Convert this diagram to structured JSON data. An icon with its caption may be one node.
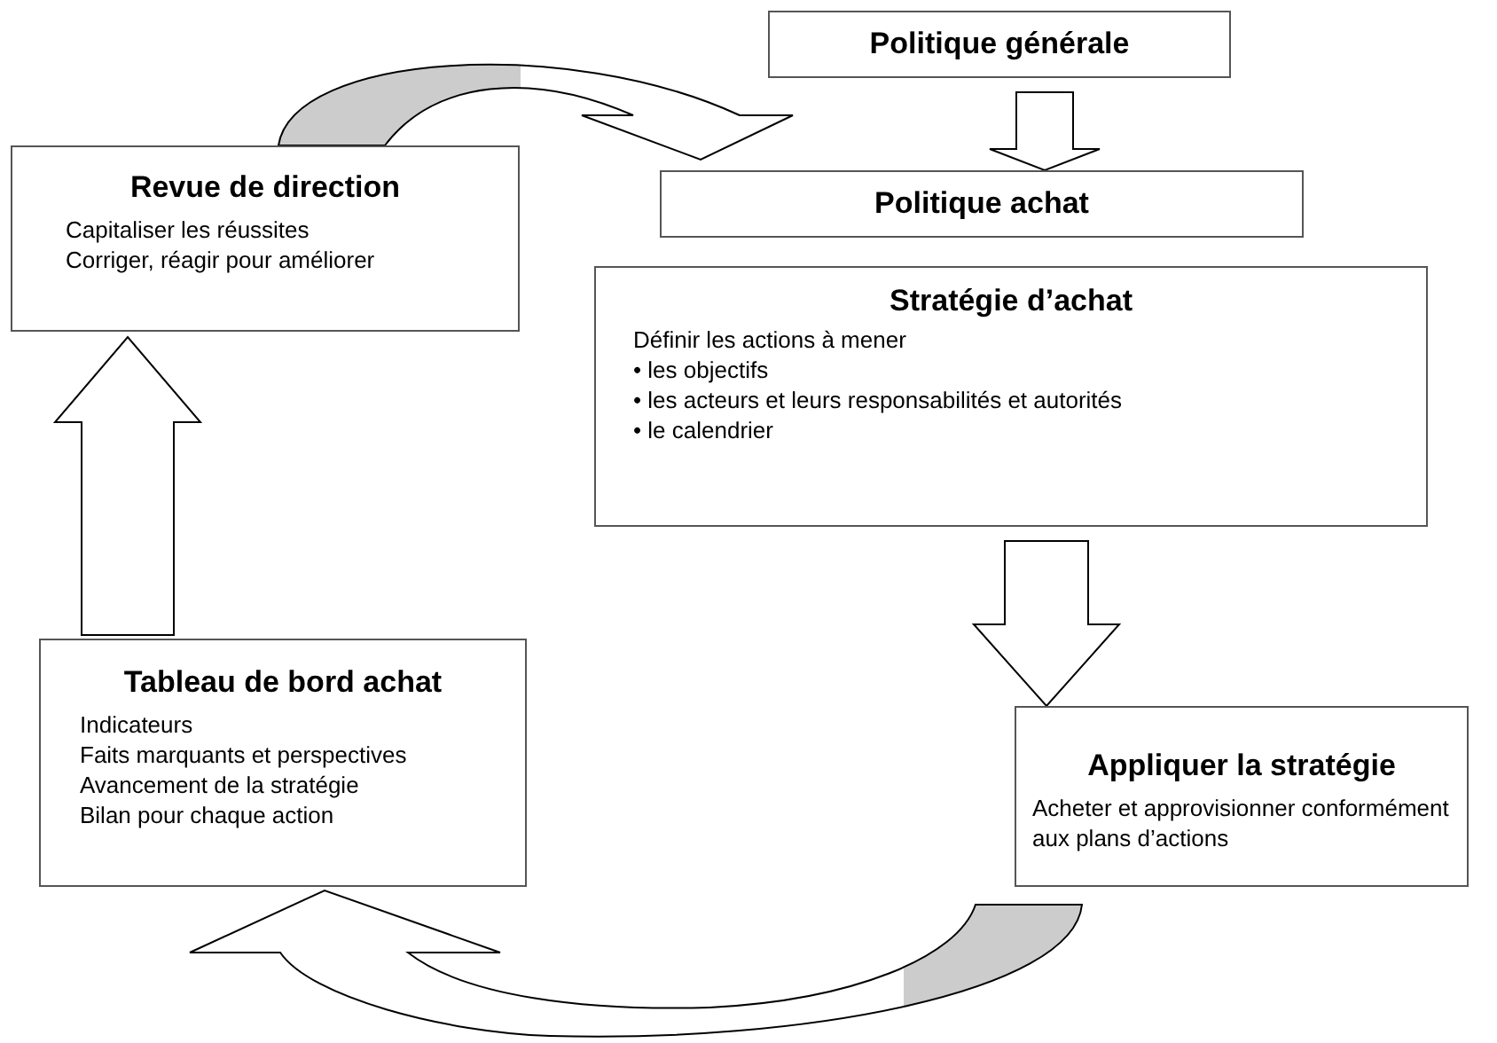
{
  "diagram": {
    "nodes": [
      {
        "text": [
          "Politique générale"
        ]
      },
      {
        "text": [
          "Politique achat"
        ]
      },
      {
        "text": [
          "Stratégie d’achat",
          "Définir les actions à mener",
          "•  les objectifs",
          "• les acteurs et leurs responsabilités et autorités",
          "• le calendrier"
        ]
      },
      {
        "text": [
          "Revue de direction",
          "Capitaliser les réussites",
          "Corriger, réagir pour améliorer"
        ]
      },
      {
        "text": [
          "Appliquer la stratégie",
          "Acheter et approvisionner conformément aux plans d’actions"
        ]
      },
      {
        "text": [
          "Tableau de bord achat",
          "Indicateurs",
          "Faits marquants et perspectives",
          "Avancement de la stratégie",
          "Bilan pour chaque action"
        ]
      }
    ],
    "edges": [
      {
        "from": 3,
        "to": 1,
        "arrow": "to"
      },
      {
        "from": 0,
        "to": 1,
        "arrow": "to"
      },
      {
        "from": 2,
        "to": 4,
        "arrow": "to"
      },
      {
        "from": 4,
        "to": 5,
        "arrow": "to"
      },
      {
        "from": 5,
        "to": 3,
        "arrow": "to"
      }
    ]
  }
}
